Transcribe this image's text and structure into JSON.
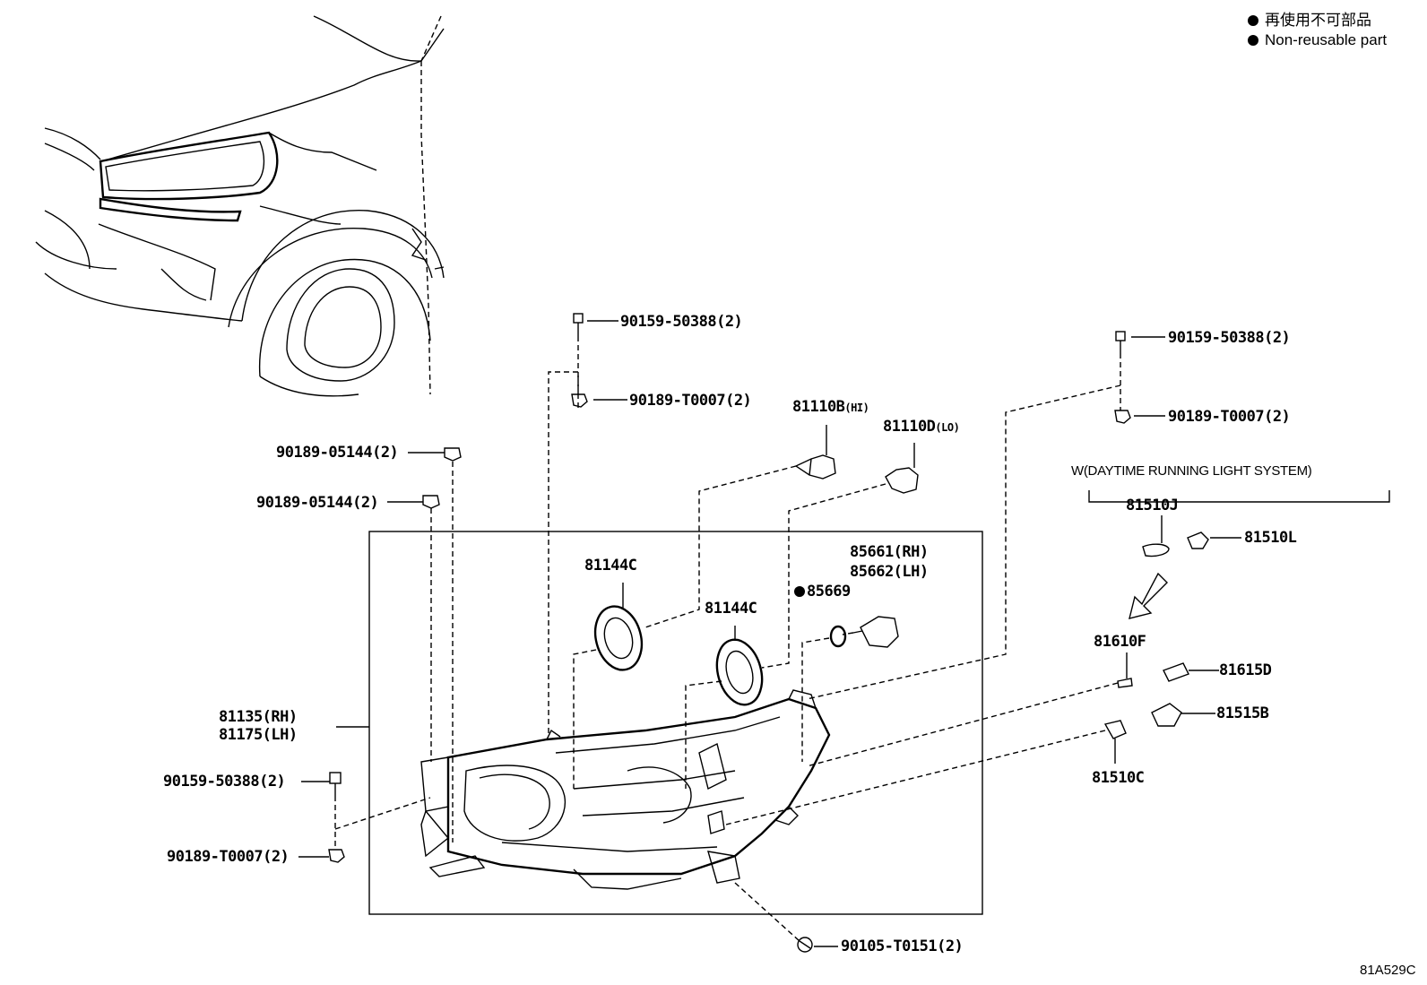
{
  "legend": {
    "line1": "再使用不可部品",
    "line2": "Non-reusable part"
  },
  "drl_caption": "W(DAYTIME RUNNING LIGHT SYSTEM)",
  "figure_id": "81A529C",
  "parts": {
    "p90159_top": "90159-50388(2)",
    "p90189_t0007_top": "90189-T0007(2)",
    "p90159_right": "90159-50388(2)",
    "p90189_t0007_right": "90189-T0007(2)",
    "p81110b": "81110B",
    "p81110b_sub": "(HI)",
    "p81110d": "81110D",
    "p81110d_sub": "(LO)",
    "p90189_05144_a": "90189-05144(2)",
    "p90189_05144_b": "90189-05144(2)",
    "p81144c_a": "81144C",
    "p81144c_b": "81144C",
    "p85661": "85661(RH)",
    "p85662": "85662(LH)",
    "p85669": "85669",
    "p81135": "81135(RH)",
    "p81175": "81175(LH)",
    "p90159_left": "90159-50388(2)",
    "p90189_t0007_left": "90189-T0007(2)",
    "p90105": "90105-T0151(2)",
    "p81510j": "81510J",
    "p81510l": "81510L",
    "p81610f": "81610F",
    "p81615d": "81615D",
    "p81515b": "81515B",
    "p81510c": "81510C"
  }
}
